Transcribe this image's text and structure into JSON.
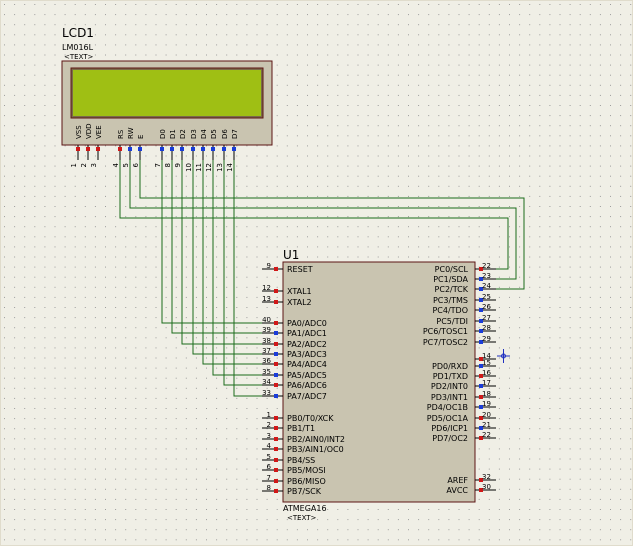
{
  "colors": {
    "background": "#f0efe6",
    "grid_dot": "#9d9d9d",
    "border": "#e0dccc",
    "part_body": "#c9c4b0",
    "part_outline": "#5c1414",
    "lcd_bezel": "#7a6a4a",
    "lcd_screen": "#9fbf14",
    "wire": "#1a6b1a",
    "pin_red": "#d01818",
    "pin_blue": "#1a3cd8",
    "text": "#000000",
    "text_muted": "#8a8a8a",
    "marker": "#2030c0"
  },
  "lcd": {
    "ref": "LCD1",
    "part": "LM016L",
    "text_placeholder": "<TEXT>",
    "pin_labels": [
      "VSS",
      "VDD",
      "VEE",
      "RS",
      "RW",
      "E",
      "D0",
      "D1",
      "D2",
      "D3",
      "D4",
      "D5",
      "D6",
      "D7"
    ],
    "pin_numbers": [
      "1",
      "2",
      "3",
      "4",
      "5",
      "6",
      "7",
      "8",
      "9",
      "10",
      "11",
      "12",
      "13",
      "14"
    ]
  },
  "mcu": {
    "ref": "U1",
    "part": "ATMEGA16",
    "text_placeholder": "<TEXT>",
    "left_pins": [
      {
        "name": "RESET",
        "num": "9"
      },
      {
        "name": "XTAL1",
        "num": "12"
      },
      {
        "name": "XTAL2",
        "num": "13"
      },
      {
        "name": "PA0/ADC0",
        "num": "40"
      },
      {
        "name": "PA1/ADC1",
        "num": "39"
      },
      {
        "name": "PA2/ADC2",
        "num": "38"
      },
      {
        "name": "PA3/ADC3",
        "num": "37"
      },
      {
        "name": "PA4/ADC4",
        "num": "36"
      },
      {
        "name": "PA5/ADC5",
        "num": "35"
      },
      {
        "name": "PA6/ADC6",
        "num": "34"
      },
      {
        "name": "PA7/ADC7",
        "num": "33"
      },
      {
        "name": "PB0/T0/XCK",
        "num": "1"
      },
      {
        "name": "PB1/T1",
        "num": "2"
      },
      {
        "name": "PB2/AIN0/INT2",
        "num": "3"
      },
      {
        "name": "PB3/AIN1/OC0",
        "num": "4"
      },
      {
        "name": "PB4/SS",
        "num": "5"
      },
      {
        "name": "PB5/MOSI",
        "num": "6"
      },
      {
        "name": "PB6/MISO",
        "num": "7"
      },
      {
        "name": "PB7/SCK",
        "num": "8"
      }
    ],
    "right_pins": [
      {
        "name": "PC0/SCL",
        "num": "22"
      },
      {
        "name": "PC1/SDA",
        "num": "23"
      },
      {
        "name": "PC2/TCK",
        "num": "24"
      },
      {
        "name": "PC3/TMS",
        "num": "25"
      },
      {
        "name": "PC4/TDO",
        "num": "26"
      },
      {
        "name": "PC5/TDI",
        "num": "27"
      },
      {
        "name": "PC6/TOSC1",
        "num": "28"
      },
      {
        "name": "PC7/TOSC2",
        "num": "29"
      },
      {
        "name": "",
        "num": "14"
      },
      {
        "name": "PD0/RXD",
        "num": "15"
      },
      {
        "name": "PD1/TXD",
        "num": "16"
      },
      {
        "name": "PD2/INT0",
        "num": "17"
      },
      {
        "name": "PD3/INT1",
        "num": "18"
      },
      {
        "name": "PD4/OC1B",
        "num": "19"
      },
      {
        "name": "PD5/OC1A",
        "num": "20"
      },
      {
        "name": "PD6/ICP1",
        "num": "21"
      },
      {
        "name": "PD7/OC2",
        "num": "22"
      },
      {
        "name": "AREF",
        "num": "32"
      },
      {
        "name": "AVCC",
        "num": "30"
      }
    ]
  }
}
